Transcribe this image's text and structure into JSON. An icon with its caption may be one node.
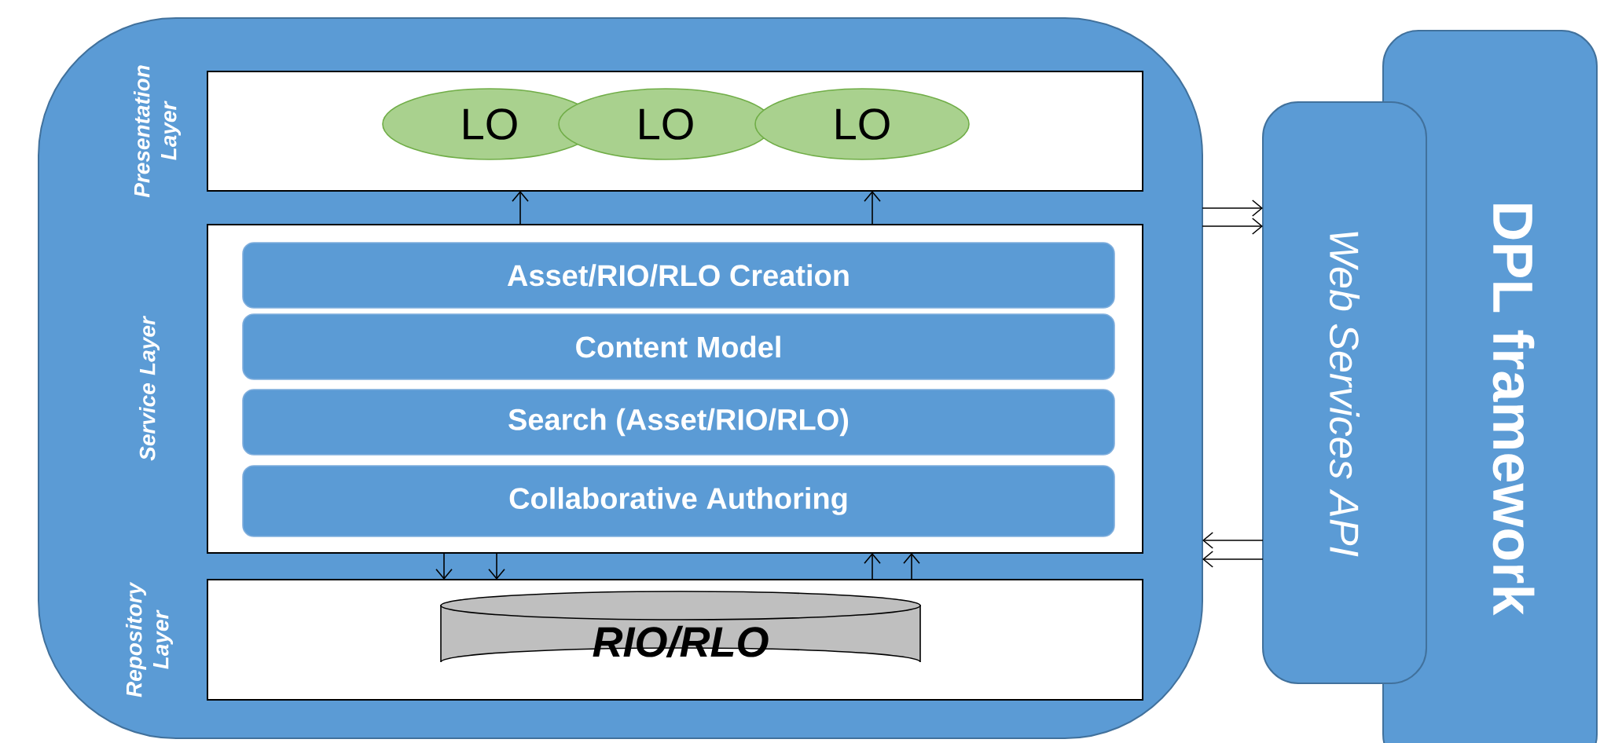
{
  "diagram": {
    "nodes": [
      {
        "text": [],
        "shape": "box"
      },
      {
        "text": [
          "Presentation Layer"
        ],
        "in": 0
      },
      {
        "text": [
          "LO"
        ],
        "in": 1
      },
      {
        "text": [
          "LO"
        ],
        "in": 1
      },
      {
        "text": [
          "LO"
        ],
        "in": 1
      },
      {
        "text": [
          "Service Layer"
        ],
        "in": 0
      },
      {
        "text": [
          "Asset/RIO/RLO Creation"
        ],
        "in": 5
      },
      {
        "text": [
          "Content Model"
        ],
        "in": 5
      },
      {
        "text": [
          "Search (Asset/RIO/RLO)"
        ],
        "in": 5
      },
      {
        "text": [
          "Collaborative Authoring"
        ],
        "in": 5
      },
      {
        "text": [
          "Repository Layer"
        ],
        "in": 0
      },
      {
        "text": [
          "RIO/RLO"
        ],
        "in": 10
      },
      {
        "text": [
          "Web Services API"
        ]
      },
      {
        "text": [
          "DPL framework"
        ]
      }
    ],
    "edges": [
      {
        "from": 5,
        "to": 1,
        "arrow": "to"
      },
      {
        "from": 5,
        "to": 1,
        "arrow": "to"
      },
      {
        "from": 5,
        "to": 10,
        "arrow": "to"
      },
      {
        "from": 5,
        "to": 10,
        "arrow": "to"
      },
      {
        "from": 10,
        "to": 5,
        "arrow": "to"
      },
      {
        "from": 10,
        "to": 5,
        "arrow": "to"
      },
      {
        "from": 0,
        "to": 12,
        "arrow": "to"
      },
      {
        "from": 0,
        "to": 12,
        "arrow": "to"
      },
      {
        "from": 12,
        "to": 0,
        "arrow": "to"
      },
      {
        "from": 12,
        "to": 0,
        "arrow": "to"
      }
    ]
  }
}
